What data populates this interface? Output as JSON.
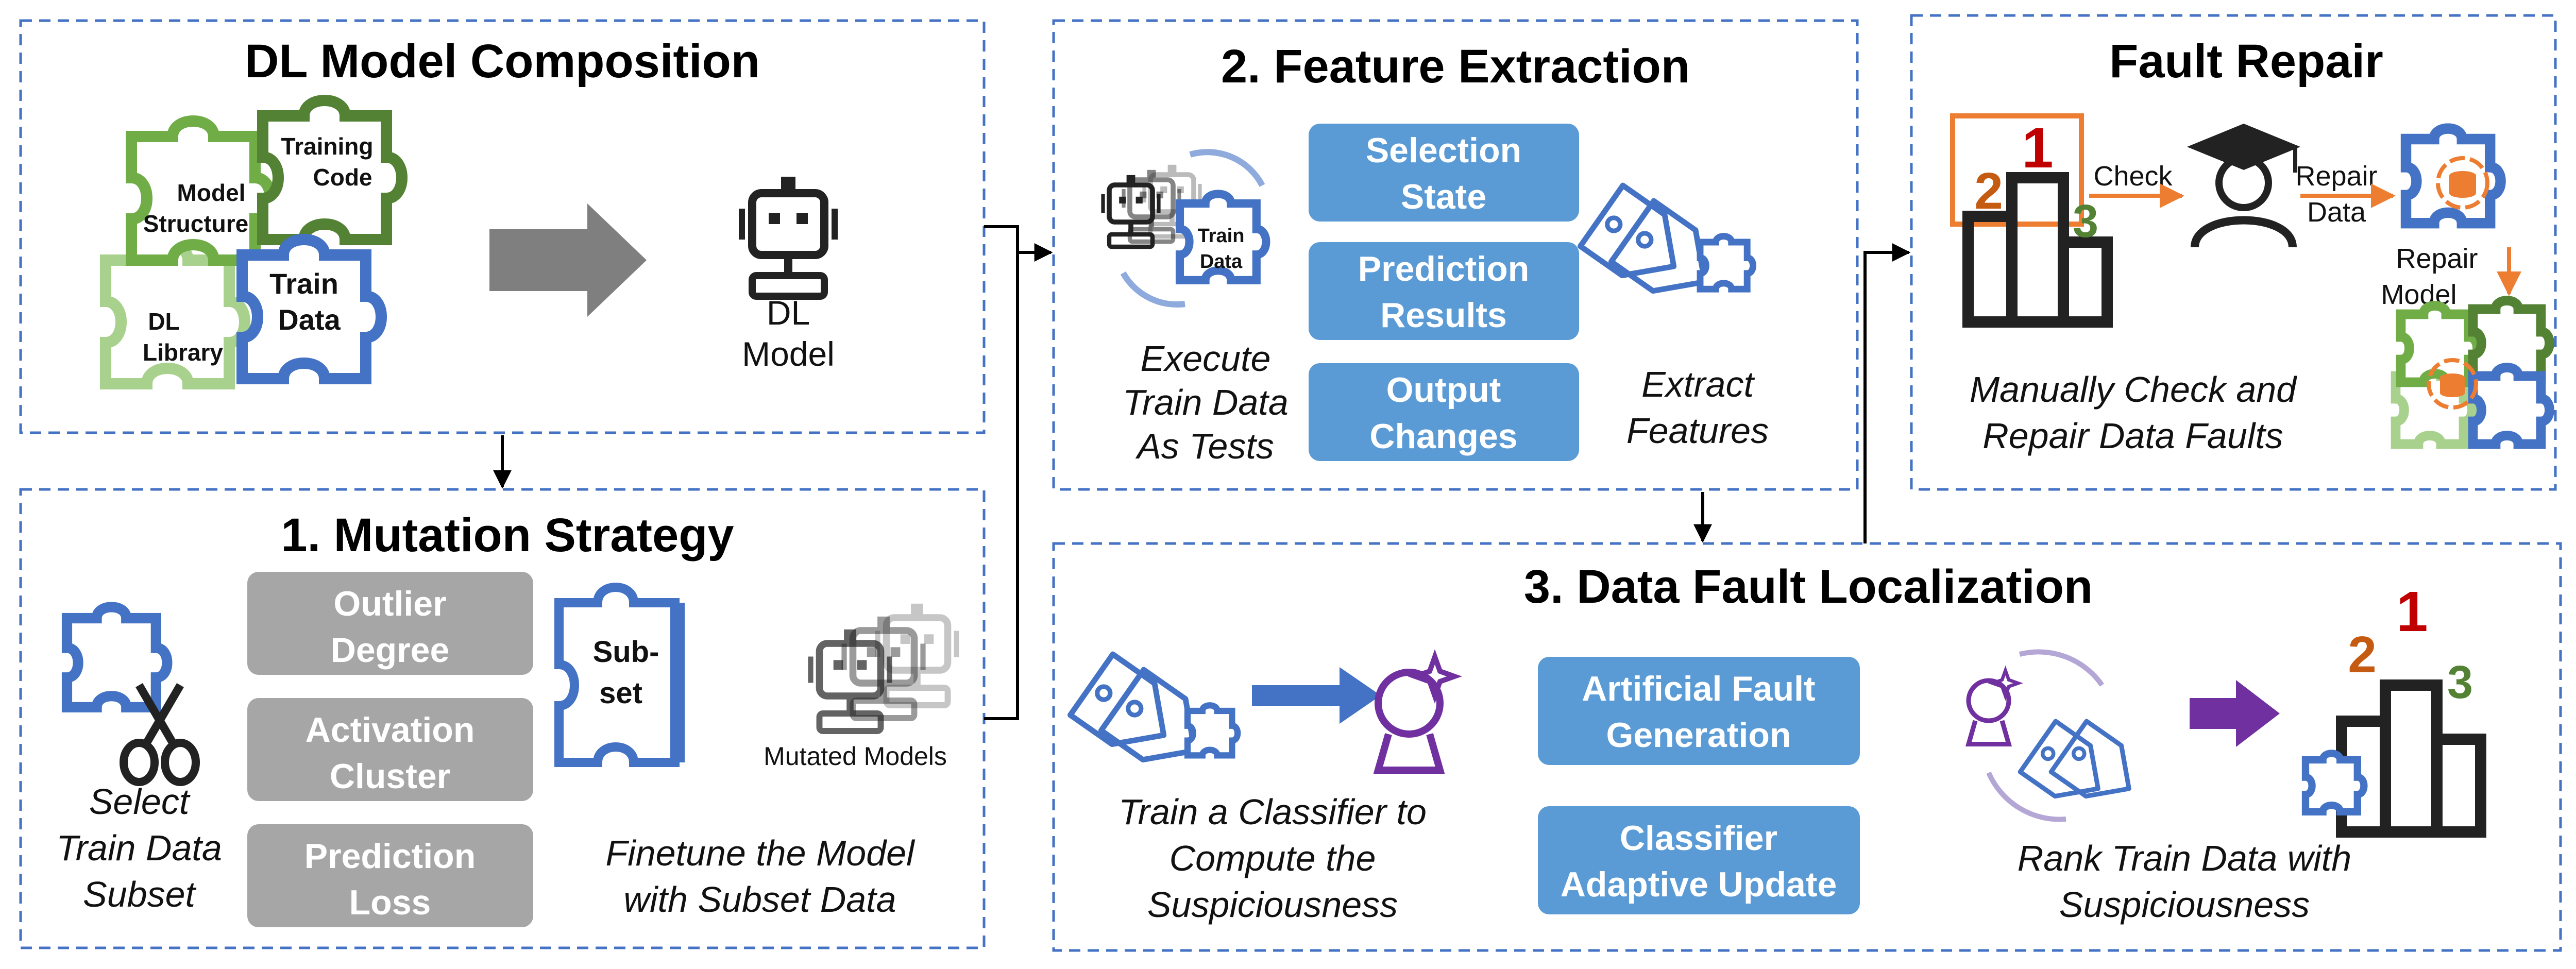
{
  "composition": {
    "title": "DL Model Composition",
    "pieces": {
      "model_structure": [
        "Model",
        "Structure"
      ],
      "training_code": [
        "Training",
        "Code"
      ],
      "dl_library": [
        "DL",
        "Library"
      ],
      "train_data": [
        "Train",
        "Data"
      ]
    },
    "result": [
      "DL",
      "Model"
    ]
  },
  "mutation": {
    "title": "1. Mutation Strategy",
    "left_caption": [
      "Select",
      "Train Data",
      "Subset"
    ],
    "options": [
      [
        "Outlier",
        "Degree"
      ],
      [
        "Activation",
        "Cluster"
      ],
      [
        "Prediction",
        "Loss"
      ]
    ],
    "subset_label": [
      "Sub-",
      "set"
    ],
    "mutated_label": "Mutated Models",
    "finetune_caption": [
      "Finetune the Model",
      "with Subset Data"
    ]
  },
  "feature": {
    "title": "2. Feature Extraction",
    "train_data_label": [
      "Train",
      "Data"
    ],
    "left_caption": [
      "Execute",
      "Train Data",
      "As Tests"
    ],
    "features": [
      [
        "Selection",
        "State"
      ],
      [
        "Prediction",
        "Results"
      ],
      [
        "Output",
        "Changes"
      ]
    ],
    "right_caption": [
      "Extract",
      "Features"
    ]
  },
  "repair": {
    "title": "Fault Repair",
    "ranks": [
      "1",
      "2",
      "3"
    ],
    "check_label": "Check",
    "repair_data_label": [
      "Repair",
      "Data"
    ],
    "repair_model_label": [
      "Repair",
      "Model"
    ],
    "caption": [
      "Manually Check and",
      "Repair Data Faults"
    ]
  },
  "localization": {
    "title": "3. Data Fault Localization",
    "left_caption": [
      "Train a Classifier to",
      "Compute the",
      "Suspiciousness"
    ],
    "methods": [
      [
        "Artificial Fault",
        "Generation"
      ],
      [
        "Classifier",
        "Adaptive Update"
      ]
    ],
    "ranks": [
      "1",
      "2",
      "3"
    ],
    "right_caption": [
      "Rank Train Data with",
      "Suspiciousness"
    ]
  },
  "colors": {
    "panel_border": "#4472C4",
    "button_blue": "#5B9BD5",
    "button_gray": "#A6A6A6",
    "green_dark": "#548235",
    "green_mid": "#70AD47",
    "green_light": "#A9D18E",
    "puzzle_blue": "#4472C4",
    "orange": "#ED7D31",
    "rank_red": "#C00000",
    "rank_orange": "#C55A11",
    "rank_green": "#548235",
    "purple": "#7030A0"
  }
}
